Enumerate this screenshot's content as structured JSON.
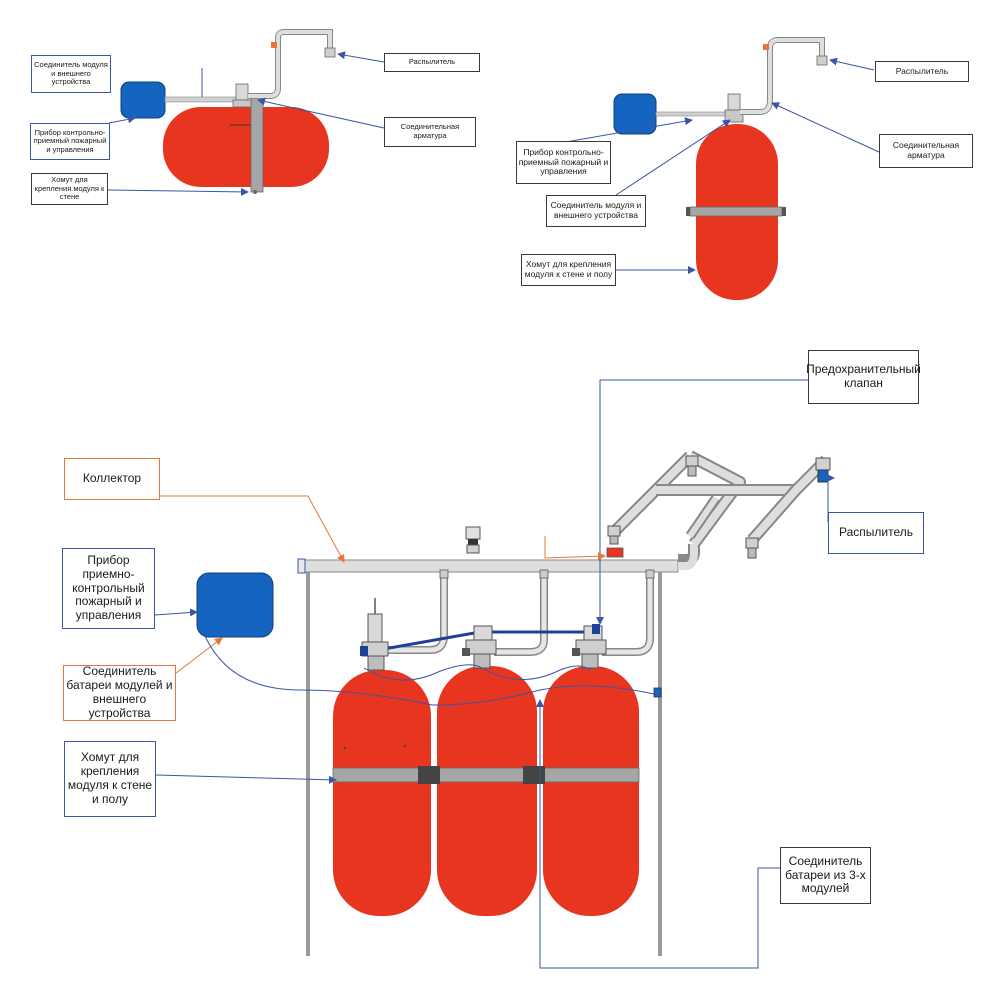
{
  "labels": {
    "d1_connector": "Соединитель модуля и внешнего устройства",
    "d1_sprayer": "Распылитель",
    "d1_control": "Прибор контрольно-приемный пожарный и управления",
    "d1_fitting": "Соединительная арматура",
    "d1_clamp": "Хомут для крепления модуля к стене",
    "d2_sprayer": "Распылитель",
    "d2_control": "Прибор контрольно-приемный пожарный и управления",
    "d2_fitting": "Соединительная арматура",
    "d2_connector": "Соединитель модуля и внешнего устройства",
    "d2_clamp": "Хомут для крепления модуля к стене и полу",
    "d3_valve": "Предохранительный клапан",
    "d3_collector": "Коллектор",
    "d3_sprayer": "Распылитель",
    "d3_control": "Прибор приемно-контрольный пожарный и управления",
    "d3_connector": "Соединитель батареи модулей и внешнего устройства",
    "d3_clamp": "Хомут для крепления модуля к стене и полу",
    "d3_battery": "Соединитель батареи из 3-х модулей"
  },
  "colors": {
    "cylinder": "#e8351f",
    "control_unit": "#1565c0",
    "pipe": "#d9d9d9",
    "clamp": "#a6a6a6",
    "leader_blue": "#3b55a8",
    "leader_orange": "#e8763a"
  }
}
